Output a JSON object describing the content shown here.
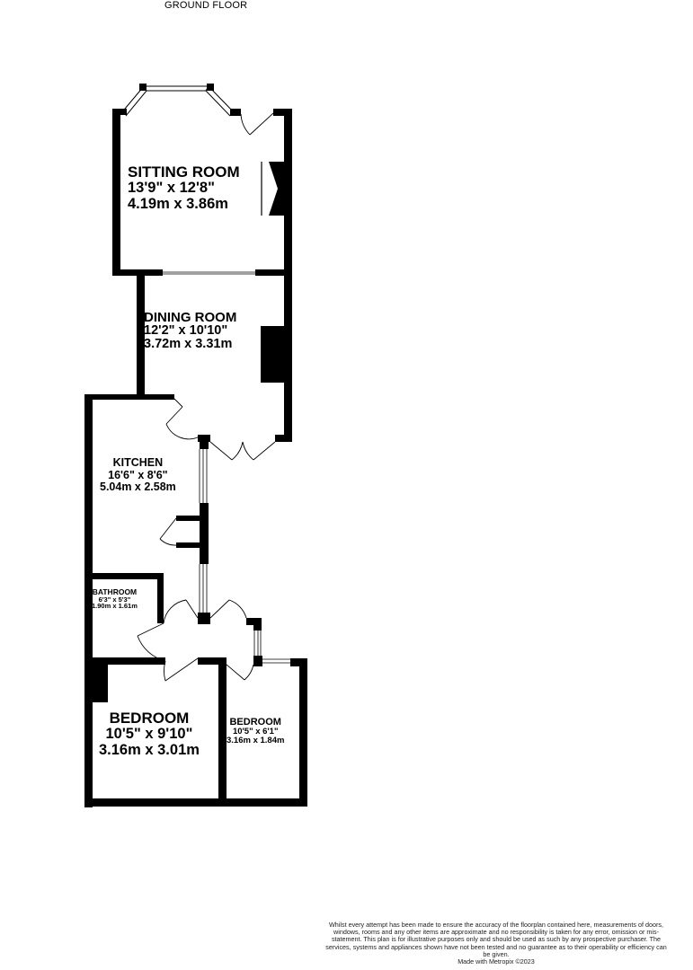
{
  "floor_title": "GROUND FLOOR",
  "rooms": {
    "sitting_room": {
      "name": "SITTING ROOM",
      "dim_imperial": "13'9\"  x 12'8\"",
      "dim_metric": "4.19m  x 3.86m"
    },
    "dining_room": {
      "name": "DINING ROOM",
      "dim_imperial": "12'2\"  x 10'10\"",
      "dim_metric": "3.72m  x 3.31m"
    },
    "kitchen": {
      "name": "KITCHEN",
      "dim_imperial": "16'6\"  x 8'6\"",
      "dim_metric": "5.04m  x 2.58m"
    },
    "bathroom": {
      "name": "BATHROOM",
      "dim_imperial": "6'3\"  x 5'3\"",
      "dim_metric": "1.90m  x 1.61m"
    },
    "bedroom_1": {
      "name": "BEDROOM",
      "dim_imperial": "10'5\"  x 9'10\"",
      "dim_metric": "3.16m  x 3.01m"
    },
    "bedroom_2": {
      "name": "BEDROOM",
      "dim_imperial": "10'5\"  x 6'1\"",
      "dim_metric": "3.16m  x 1.84m"
    }
  },
  "disclaimer": {
    "text": "Whilst every attempt has been made to ensure the accuracy of the floorplan contained here, measurements of doors, windows, rooms and any other items are approximate and no responsibility is taken for any error, omission or mis-statement. This plan is for illustrative purposes only and should be used as such by any prospective purchaser. The services, systems and appliances shown have not been tested and no guarantee as to their operability or efficiency can be given.",
    "credit": "Made with Metropix ©2023"
  }
}
